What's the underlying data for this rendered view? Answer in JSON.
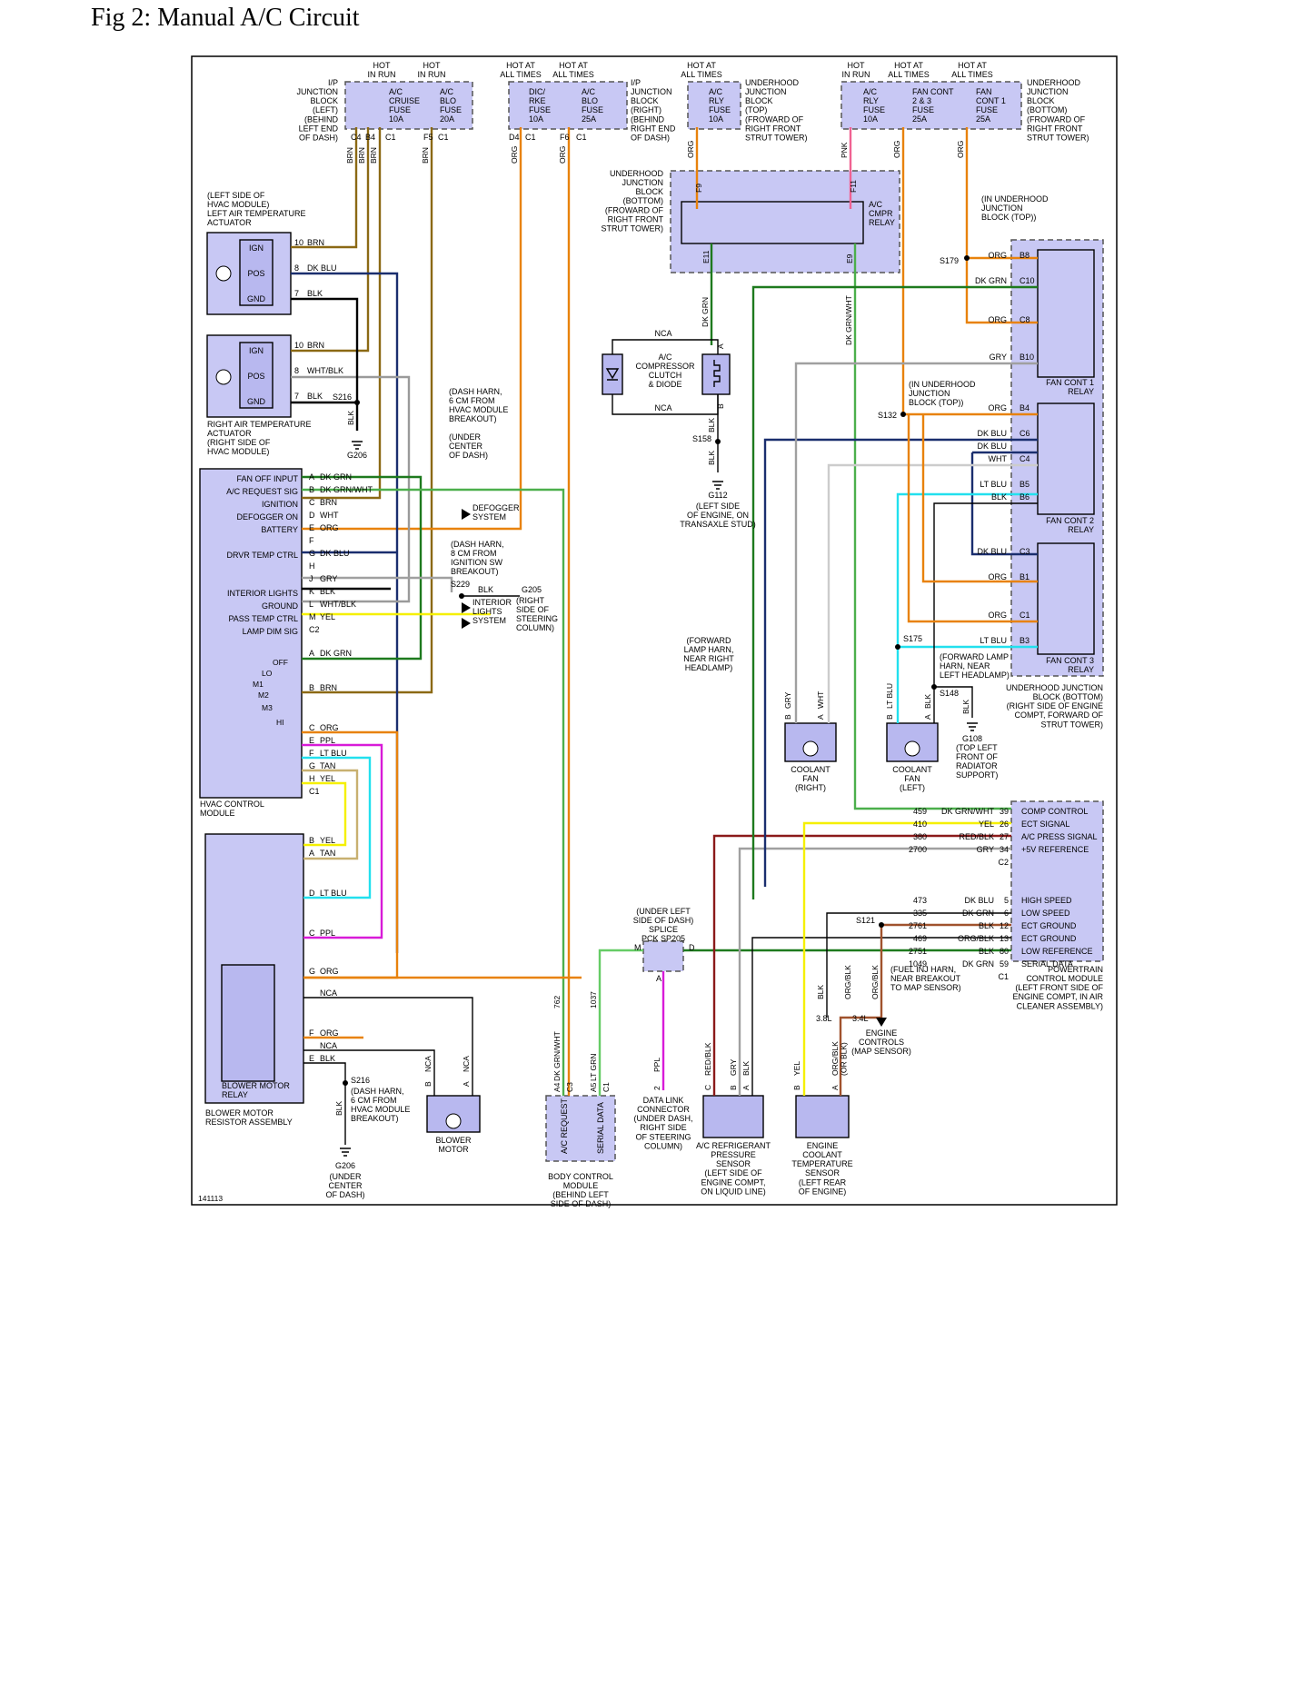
{
  "figure": {
    "title": "Fig 2: Manual A/C Circuit",
    "figure_id": "141113"
  },
  "fuse_blocks": {
    "ip_left": {
      "hot_labels": [
        "HOT\nIN RUN",
        "HOT\nIN RUN"
      ],
      "fuses": [
        "A/C\nCRUISE\nFUSE\n10A",
        "A/C\nBLO\nFUSE\n20A"
      ],
      "note": "I/P\nJUNCTION\nBLOCK\n(LEFT)\n(BEHIND\nLEFT END\nOF DASH)",
      "pins": [
        "C4",
        "B4",
        "C1",
        "F5",
        "C1"
      ]
    },
    "ip_right": {
      "hot_labels": [
        "HOT AT\nALL TIMES",
        "HOT AT\nALL TIMES"
      ],
      "fuses": [
        "DIC/\nRKE\nFUSE\n10A",
        "A/C\nBLO\nFUSE\n25A"
      ],
      "note": "I/P\nJUNCTION\nBLOCK\n(RIGHT)\n(BEHIND\nRIGHT END\nOF DASH)",
      "pins": [
        "D4",
        "C1",
        "F6",
        "C1"
      ]
    },
    "underhood_top": {
      "hot_labels": [
        "HOT AT\nALL TIMES"
      ],
      "fuses": [
        "A/C\nRLY\nFUSE\n10A"
      ],
      "note": "UNDERHOOD\nJUNCTION\nBLOCK\n(TOP)\n(FROWARD OF\nRIGHT FRONT\nSTRUT TOWER)"
    },
    "underhood_bottom": {
      "hot_labels": [
        "HOT\nIN RUN",
        "HOT AT\nALL TIMES",
        "HOT AT\nALL TIMES"
      ],
      "fuses": [
        "A/C\nRLY\nFUSE\n10A",
        "FAN CONT\n2 & 3\nFUSE\n25A",
        "FAN\nCONT 1\nFUSE\n25A"
      ],
      "note": "UNDERHOOD\nJUNCTION\nBLOCK\n(BOTTOM)\n(FROWARD OF\nRIGHT FRONT\nSTRUT TOWER)"
    }
  },
  "components": {
    "left_actuator": {
      "note": "(LEFT SIDE OF\nHVAC MODULE)\nLEFT AIR TEMPERATURE\nACTUATOR",
      "pins": [
        "IGN",
        "POS",
        "GND"
      ],
      "wires": [
        [
          "10",
          "BRN"
        ],
        [
          "8",
          "DK BLU"
        ],
        [
          "7",
          "BLK"
        ]
      ]
    },
    "right_actuator": {
      "note": "RIGHT AIR TEMPERATURE\nACTUATOR\n(RIGHT SIDE OF\nHVAC MODULE)",
      "pins": [
        "IGN",
        "POS",
        "GND"
      ],
      "wires": [
        [
          "10",
          "BRN"
        ],
        [
          "8",
          "WHT/BLK"
        ],
        [
          "7",
          "BLK"
        ]
      ]
    },
    "hvac_module": {
      "name": "HVAC CONTROL\nMODULE",
      "inputs": [
        "FAN OFF INPUT",
        "A/C REQUEST SIG",
        "IGNITION",
        "DEFOGGER ON",
        "BATTERY",
        "",
        "DRVR TEMP CTRL",
        "",
        "",
        "INTERIOR LIGHTS",
        "GROUND",
        "PASS TEMP CTRL",
        "LAMP DIM SIG"
      ],
      "pins1": [
        [
          "A",
          "DK GRN"
        ],
        [
          "B",
          "DK GRN/WHT"
        ],
        [
          "C",
          "BRN"
        ],
        [
          "D",
          "WHT"
        ],
        [
          "E",
          "ORG"
        ],
        [
          "F",
          ""
        ],
        [
          "G",
          "DK BLU"
        ],
        [
          "H",
          ""
        ],
        [
          "J",
          "GRY"
        ],
        [
          "K",
          "BLK"
        ],
        [
          "L",
          "WHT/BLK"
        ],
        [
          "M",
          "YEL"
        ],
        [
          "C2",
          ""
        ]
      ],
      "switch_labels": [
        "OFF",
        "LO",
        "M1",
        "M2",
        "M3",
        "HI"
      ],
      "pins2": [
        [
          "A",
          "DK GRN"
        ],
        [
          "B",
          "BRN"
        ],
        [
          "C",
          "ORG"
        ],
        [
          "E",
          "PPL"
        ],
        [
          "F",
          "LT BLU"
        ],
        [
          "G",
          "TAN"
        ],
        [
          "H",
          "YEL"
        ],
        [
          "C1",
          ""
        ]
      ]
    },
    "resistor_assembly": {
      "name": "BLOWER MOTOR\nRESISTOR ASSEMBLY",
      "relay": "BLOWER MOTOR\nRELAY",
      "pins": [
        [
          "B",
          "YEL"
        ],
        [
          "A",
          "TAN"
        ],
        [
          "D",
          "LT BLU"
        ],
        [
          "C",
          "PPL"
        ],
        [
          "G",
          "ORG"
        ],
        [
          "",
          "NCA"
        ],
        [
          "F",
          "ORG"
        ],
        [
          "",
          "NCA"
        ],
        [
          "E",
          "BLK"
        ]
      ]
    },
    "blower_motor": {
      "name": "BLOWER\nMOTOR",
      "pins": [
        [
          "B",
          "NCA"
        ],
        [
          "A",
          "NCA"
        ]
      ]
    },
    "compressor": {
      "name": "A/C\nCOMPRESSOR\nCLUTCH\n& DIODE",
      "nca": "NCA",
      "pins": [
        [
          "A",
          ""
        ],
        [
          "B",
          "BLK"
        ]
      ]
    },
    "cmpr_relay": {
      "name": "A/C\nCMPR\nRELAY",
      "note": "UNDERHOOD\nJUNCTION\nBLOCK\n(BOTTOM)\n(FROWARD OF\nRIGHT FRONT\nSTRUT TOWER)",
      "pins": [
        "F9",
        "F11",
        "E11",
        "E9"
      ],
      "wires": [
        "ORG",
        "PNK",
        "DK GRN",
        "DK GRN/WHT"
      ]
    },
    "fan_relays": {
      "note_top": "(IN UNDERHOOD\nJUNCTION\nBLOCK (TOP))",
      "relays": [
        "FAN CONT 1\nRELAY",
        "FAN CONT 2\nRELAY",
        "FAN CONT 3\nRELAY"
      ],
      "pins": [
        [
          "ORG",
          "B8"
        ],
        [
          "DK GRN",
          "C10"
        ],
        [
          "ORG",
          "C8"
        ],
        [
          "GRY",
          "B10"
        ],
        [
          "ORG",
          "B4"
        ],
        [
          "DK BLU",
          "C6"
        ],
        [
          "DK BLU",
          ""
        ],
        [
          "WHT",
          "C4"
        ],
        [
          "LT BLU",
          "B5"
        ],
        [
          "BLK",
          "B6"
        ],
        [
          "DK BLU",
          "C3"
        ],
        [
          "ORG",
          "B1"
        ],
        [
          "ORG",
          "C1"
        ],
        [
          "LT BLU",
          "B3"
        ]
      ],
      "block_note": "UNDERHOOD JUNCTION\nBLOCK (BOTTOM)\n(RIGHT SIDE OF ENGINE\nCOMPT, FORWARD OF\nSTRUT TOWER)"
    },
    "coolant_fan_right": {
      "name": "COOLANT\nFAN\n(RIGHT)",
      "pins": [
        [
          "B",
          "GRY"
        ],
        [
          "A",
          "WHT"
        ]
      ]
    },
    "coolant_fan_left": {
      "name": "COOLANT\nFAN\n(LEFT)",
      "pins": [
        [
          "B",
          "LT BLU"
        ],
        [
          "A",
          "BLK"
        ]
      ]
    },
    "pcm": {
      "name": "POWERTRAIN\nCONTROL MODULE\n(LEFT FRONT SIDE OF\nENGINE COMPT, IN AIR\nCLEANER ASSEMBLY)",
      "rows": [
        [
          "459",
          "DK GRN/WHT",
          "39",
          "COMP CONTROL"
        ],
        [
          "410",
          "YEL",
          "26",
          "ECT SIGNAL"
        ],
        [
          "380",
          "RED/BLK",
          "27",
          "A/C PRESS SIGNAL"
        ],
        [
          "2700",
          "GRY",
          "34",
          "+5V REFERENCE"
        ],
        [
          "",
          "",
          "C2",
          ""
        ],
        [
          "473",
          "DK BLU",
          "5",
          "HIGH SPEED"
        ],
        [
          "335",
          "DK GRN",
          "6",
          "LOW SPEED"
        ],
        [
          "2761",
          "BLK",
          "12",
          "ECT GROUND"
        ],
        [
          "469",
          "ORG/BLK",
          "13",
          "ECT GROUND"
        ],
        [
          "2751",
          "BLK",
          "80",
          "LOW REFERENCE"
        ],
        [
          "1049",
          "DK GRN",
          "59",
          "SERIAL DATA"
        ],
        [
          "",
          "",
          "C1",
          ""
        ]
      ]
    },
    "bcm": {
      "name": "BODY CONTROL\nMODULE\n(BEHIND LEFT\nSIDE OF DASH)",
      "labels": [
        "A/C REQUEST",
        "SERIAL DATA"
      ],
      "pins": [
        [
          "762",
          "DK GRN/WHT",
          "A4",
          "C3"
        ],
        [
          "1037",
          "LT GRN",
          "A5",
          "C1"
        ]
      ]
    },
    "dlc": {
      "name": "DATA LINK\nCONNECTOR\n(UNDER DASH,\nRIGHT SIDE\nOF STEERING\nCOLUMN)",
      "pin": [
        "2",
        "PPL"
      ]
    },
    "pressure_sensor": {
      "name": "A/C REFRIGERANT\nPRESSURE\nSENSOR\n(LEFT SIDE OF\nENGINE COMPT,\nON LIQUID LINE)",
      "pins": [
        [
          "C",
          "RED/BLK"
        ],
        [
          "B",
          "GRY"
        ],
        [
          "A",
          "BLK"
        ]
      ]
    },
    "ect_sensor": {
      "name": "ENGINE\nCOOLANT\nTEMPERATURE\nSENSOR\n(LEFT REAR\nOF ENGINE)",
      "pins": [
        [
          "B",
          "YEL"
        ],
        [
          "A",
          "ORG/BLK\n(OR BLK)"
        ]
      ]
    }
  },
  "splices": {
    "s216_top": {
      "id": "S216",
      "note": "(DASH HARN,\n6 CM FROM\nHVAC MODULE\nBREAKOUT)",
      "ground": "G206",
      "ground_note": "(UNDER\nCENTER\nOF DASH)",
      "wire": "BLK"
    },
    "s229": {
      "id": "S229",
      "wire": "BLK",
      "note": "(DASH HARN,\n8 CM FROM\nIGNITION SW\nBREAKOUT)",
      "ground": "G205",
      "ground_note": "(RIGHT\nSIDE OF\nSTEERING\nCOLUMN)"
    },
    "defogger": "DEFOGGER\nSYSTEM",
    "interior": "INTERIOR\nLIGHTS\nSYSTEM",
    "s158": {
      "id": "S158",
      "wire": "BLK",
      "ground": "G112",
      "ground_note": "(LEFT SIDE\nOF ENGINE, ON\nTRANSAXLE STUD)"
    },
    "s179": {
      "id": "S179"
    },
    "s132": {
      "id": "S132",
      "note": "(IN UNDERHOOD\nJUNCTION\nBLOCK (TOP))"
    },
    "s175": {
      "id": "S175",
      "note": "(FORWARD\nLAMP HARN,\nNEAR RIGHT\nHEADLAMP)"
    },
    "s148": {
      "id": "S148",
      "note": "(FORWARD LAMP\nHARN, NEAR\nLEFT HEADLAMP)",
      "wire": "BLK",
      "ground": "G108",
      "ground_note": "(TOP LEFT\nFRONT OF\nRADIATOR\nSUPPORT)"
    },
    "s121": {
      "id": "S121",
      "note": "(FUEL INJ HARN,\nNEAR BREAKOUT\nTO MAP SENSOR)",
      "labels": [
        "BLK",
        "ORG/BLK",
        "ORG/BLK",
        "3.8L",
        "3.4L"
      ],
      "arrow": "ENGINE\nCONTROLS\n(MAP SENSOR)"
    },
    "sp205": {
      "id": "(UNDER LEFT\nSIDE OF DASH)\nSPLICE\nPCK SP205",
      "pins": [
        "M",
        "D",
        "A"
      ]
    },
    "s216_bottom": {
      "id": "S216",
      "note": "(DASH HARN,\n6 CM FROM\nHVAC MODULE\nBREAKOUT)",
      "wire": "BLK",
      "ground": "G206",
      "ground_note": "(UNDER\nCENTER\nOF DASH)"
    }
  },
  "vertical_wire_labels": {
    "top_left": [
      "BRN",
      "BRN",
      "BRN",
      "BRN"
    ],
    "top_right": [
      "ORG",
      "ORG"
    ],
    "fuse_outs": [
      "ORG",
      "PNK",
      "ORG",
      "ORG"
    ]
  },
  "colors": {
    "BRN": "#8b6914",
    "DK BLU": "#1a2e6e",
    "BLK": "#000000",
    "WHT": "#cccccc",
    "WHT/BLK": "#9a9a9a",
    "DK GRN": "#1e7a1e",
    "DK GRN/WHT": "#4caf4c",
    "ORG": "#e8820c",
    "GRY": "#a0a0a0",
    "YEL": "#f5f000",
    "PPL": "#d81bd8",
    "LT BLU": "#22e0ee",
    "TAN": "#c8b070",
    "PNK": "#f06292",
    "RED/BLK": "#8b1a1a",
    "LT GRN": "#66cc66",
    "ORG/BLK": "#a0522d"
  }
}
